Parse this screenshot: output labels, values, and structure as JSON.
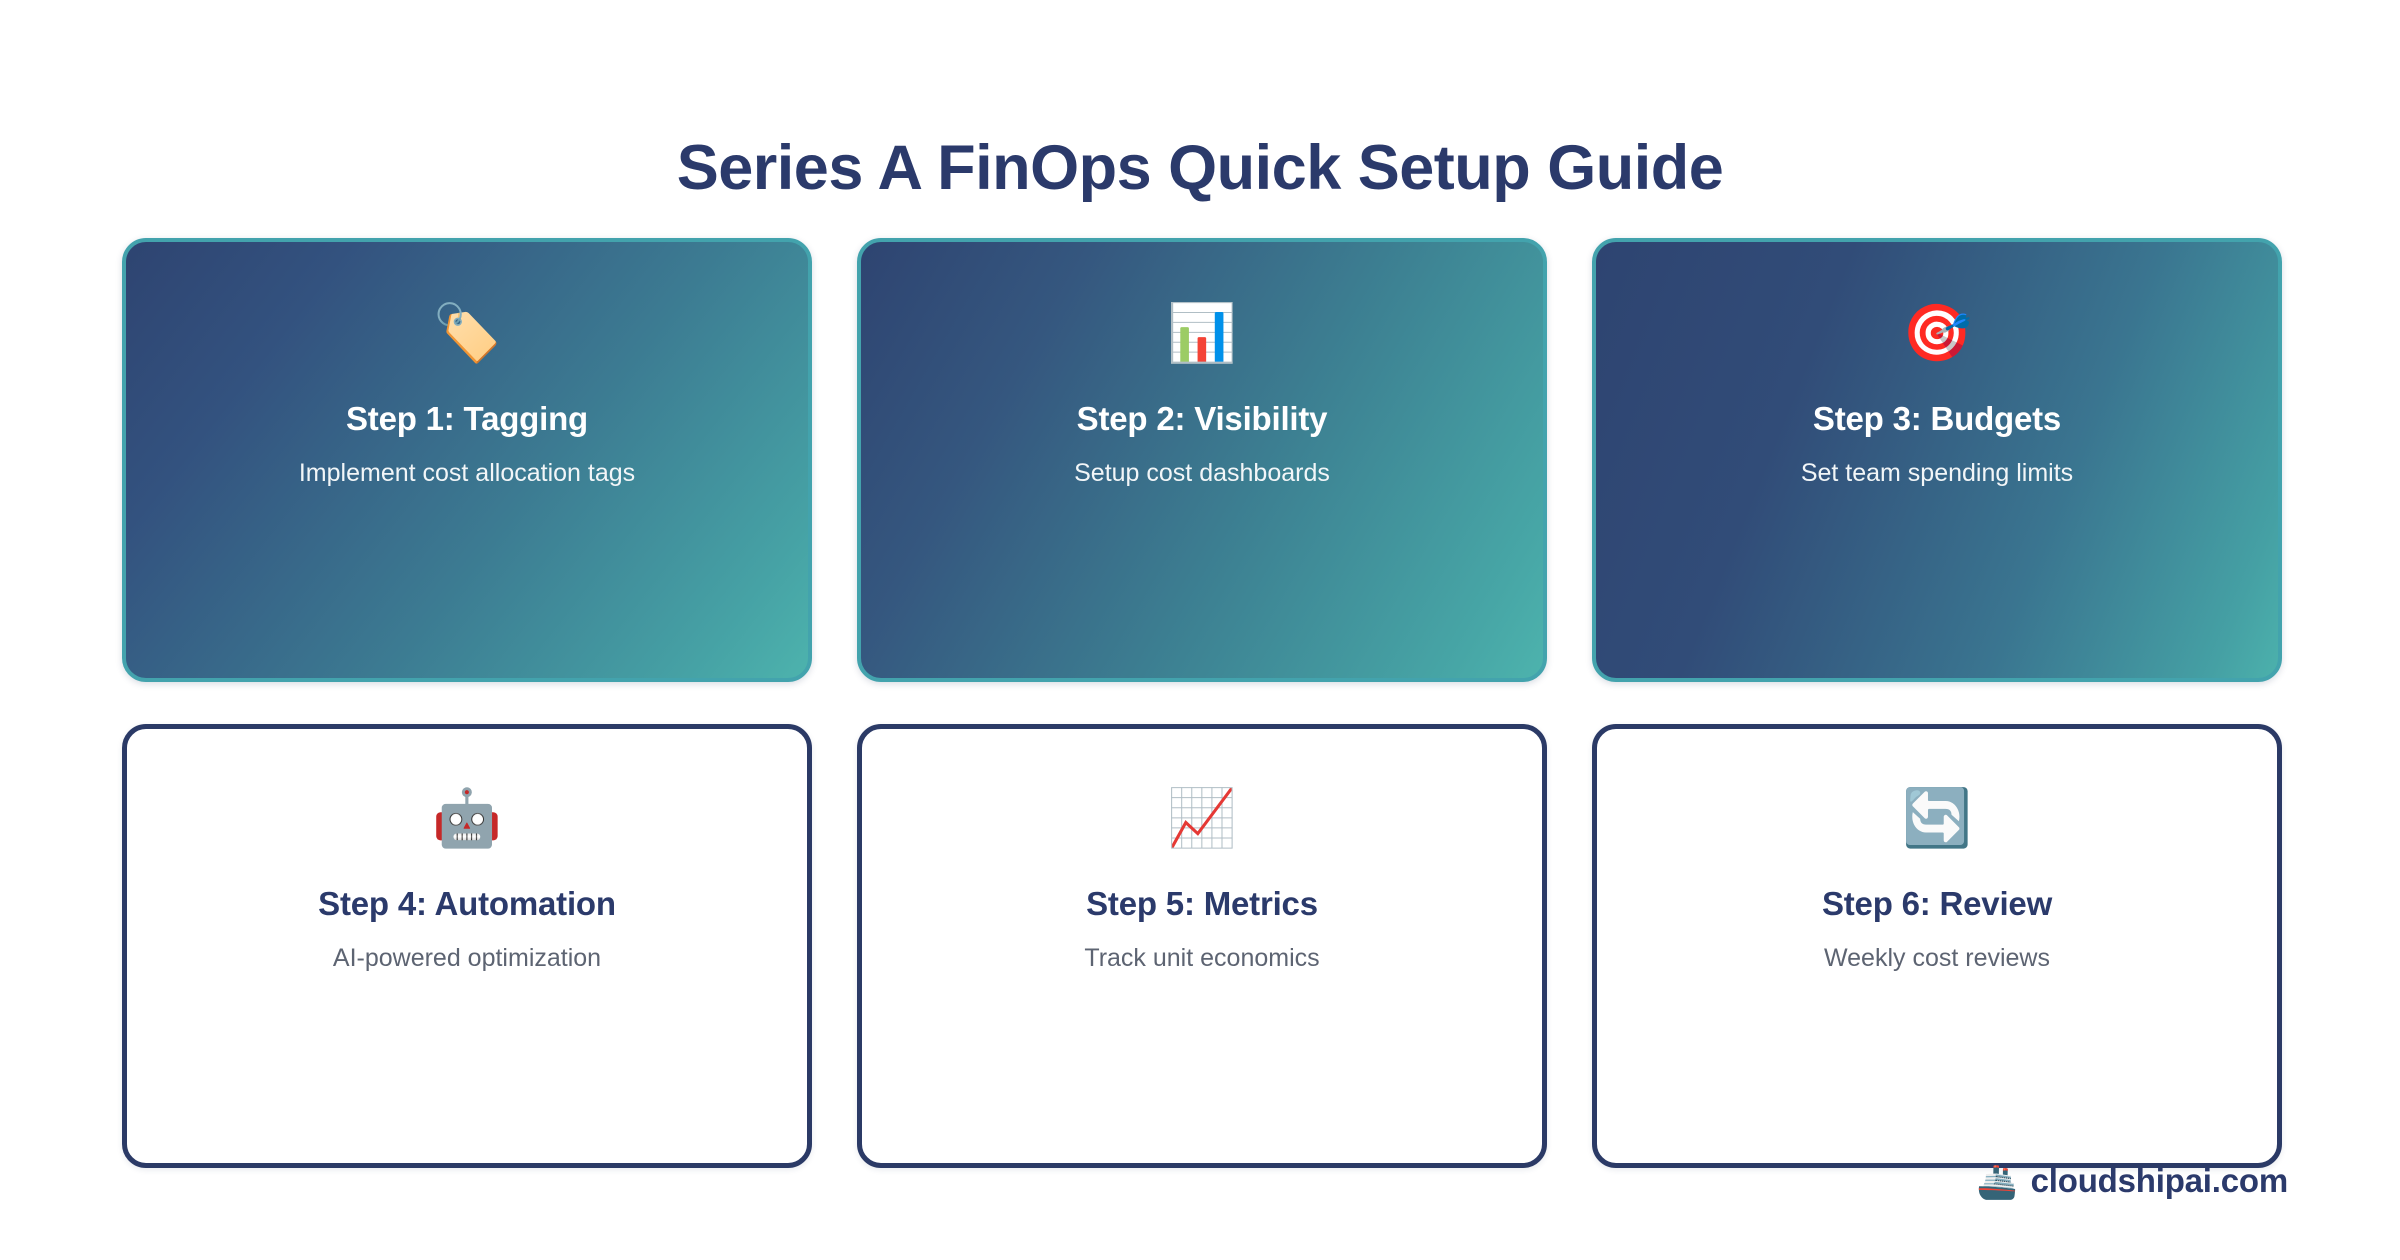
{
  "page": {
    "title": "Series A FinOps Quick Setup Guide",
    "background_color": "#ffffff",
    "title_color": "#2b3a6b"
  },
  "theme": {
    "navy": "#2b3a6b",
    "teal_border": "#43a3ad",
    "card_border_dark": "#2b3a66",
    "gradient_start": "#2e4471",
    "gradient_end": "#4db3ad",
    "body_text_gray": "#5d6472",
    "card_text_light": "#f2f6f8"
  },
  "cards": [
    {
      "icon": "label-tag-icon",
      "icon_glyph": "🏷️",
      "title": "Step 1: Tagging",
      "description": "Implement cost allocation tags",
      "style": "filled"
    },
    {
      "icon": "bar-chart-icon",
      "icon_glyph": "📊",
      "title": "Step 2: Visibility",
      "description": "Setup cost dashboards",
      "style": "filled"
    },
    {
      "icon": "target-dart-icon",
      "icon_glyph": "🎯",
      "title": "Step 3: Budgets",
      "description": "Set team spending limits",
      "style": "filled"
    },
    {
      "icon": "robot-icon",
      "icon_glyph": "🤖",
      "title": "Step 4: Automation",
      "description": "AI-powered optimization",
      "style": "outlined"
    },
    {
      "icon": "chart-increasing-icon",
      "icon_glyph": "📈",
      "title": "Step 5: Metrics",
      "description": "Track unit economics",
      "style": "outlined"
    },
    {
      "icon": "refresh-sync-icon",
      "icon_glyph": "🔄",
      "title": "Step 6: Review",
      "description": "Weekly cost reviews",
      "style": "outlined"
    }
  ],
  "footer": {
    "icon": "ship-icon",
    "icon_glyph": "🚢",
    "brand": "cloudshipai.com"
  }
}
